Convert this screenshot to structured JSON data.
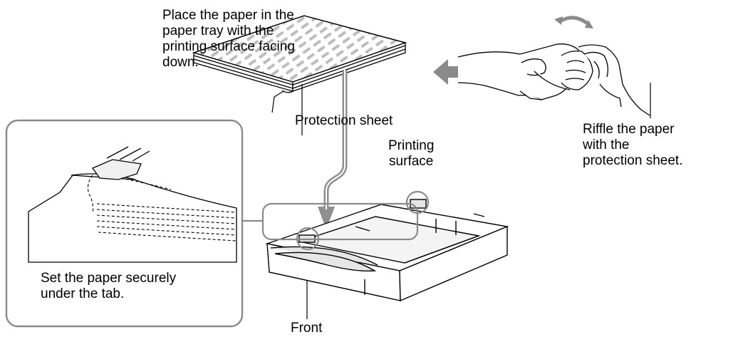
{
  "labels": {
    "place_instruction": [
      "Place the paper in the",
      "paper tray with the",
      "printing surface facing",
      "down."
    ],
    "protection_sheet": "Protection sheet",
    "printing_surface": [
      "Printing",
      "surface"
    ],
    "riffle_instruction": [
      "Riffle the paper",
      "with the",
      "protection sheet."
    ],
    "set_instruction": [
      "Set the paper securely",
      "under the tab."
    ],
    "front": "Front"
  },
  "colors": {
    "line": "#000000",
    "callout_gray": "#8a8a8a",
    "flow_arrow": "#8f8f8f",
    "push_arrow": "#8a8a8a",
    "paper_pattern": "#bdbdbd",
    "tray_shade": "#e6e6e6"
  }
}
